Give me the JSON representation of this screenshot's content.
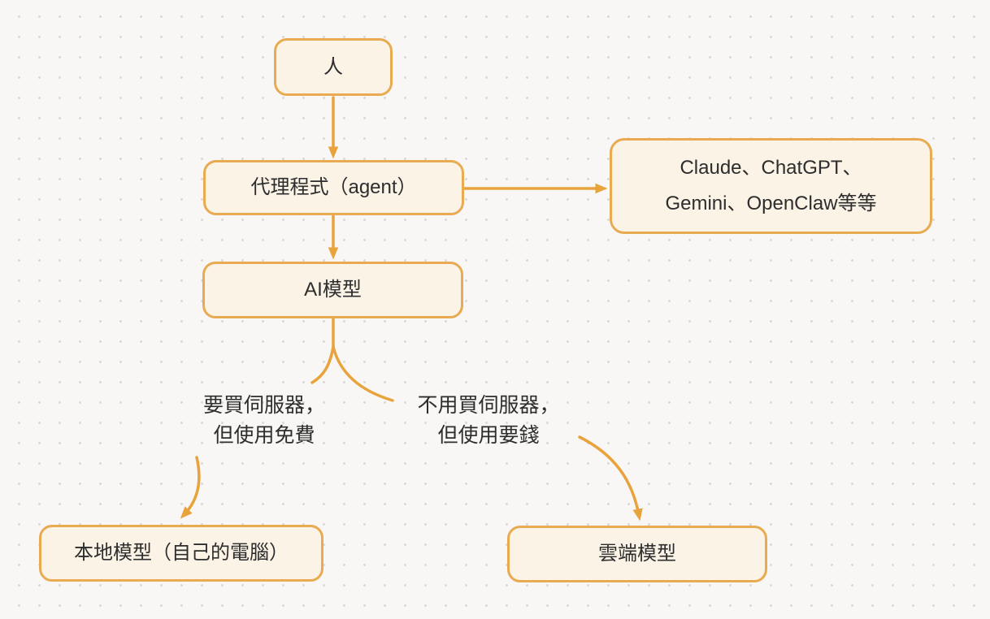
{
  "nodes": {
    "person": {
      "label": "人"
    },
    "agent": {
      "label": "代理程式（agent）"
    },
    "examples": {
      "line1": "Claude、ChatGPT、",
      "line2": "Gemini、OpenClaw等等"
    },
    "ai_model": {
      "label": "AI模型"
    },
    "local_model": {
      "label": "本地模型（自己的電腦）"
    },
    "cloud_model": {
      "label": "雲端模型"
    }
  },
  "edge_labels": {
    "left_branch": {
      "line1": "要買伺服器，",
      "line2": "但使用免費"
    },
    "right_branch": {
      "line1": "不用買伺服器，",
      "line2": "但使用要錢"
    }
  },
  "colors": {
    "arrow": "#E8A33C",
    "node_border": "#E9AB52",
    "node_fill": "#FAF3E6",
    "background": "#F8F7F5",
    "grid_dot": "#D9D8D6",
    "text": "#2D2D2D"
  }
}
